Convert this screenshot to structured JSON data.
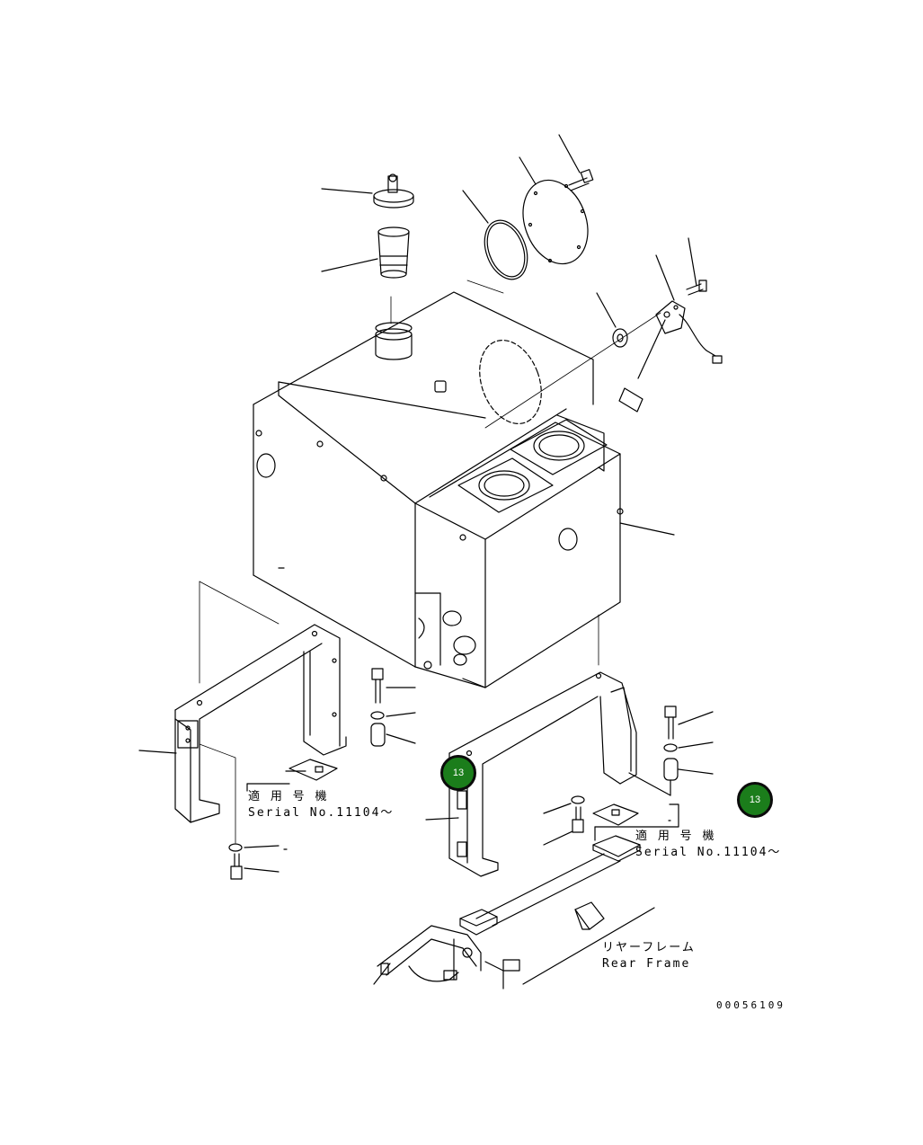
{
  "serial_label_left": {
    "jp": "適 用 号 機",
    "en": "Serial No.11104～"
  },
  "serial_label_right": {
    "jp": "適 用 号 機",
    "en": "Serial No.11104～"
  },
  "rear_frame": {
    "jp": "リヤーフレーム",
    "en": "Rear Frame"
  },
  "drawing_number": "00056109",
  "callouts": [
    {
      "label": "13",
      "color": "#1b7d1b"
    },
    {
      "label": "13",
      "color": "#1b7d1b"
    }
  ]
}
